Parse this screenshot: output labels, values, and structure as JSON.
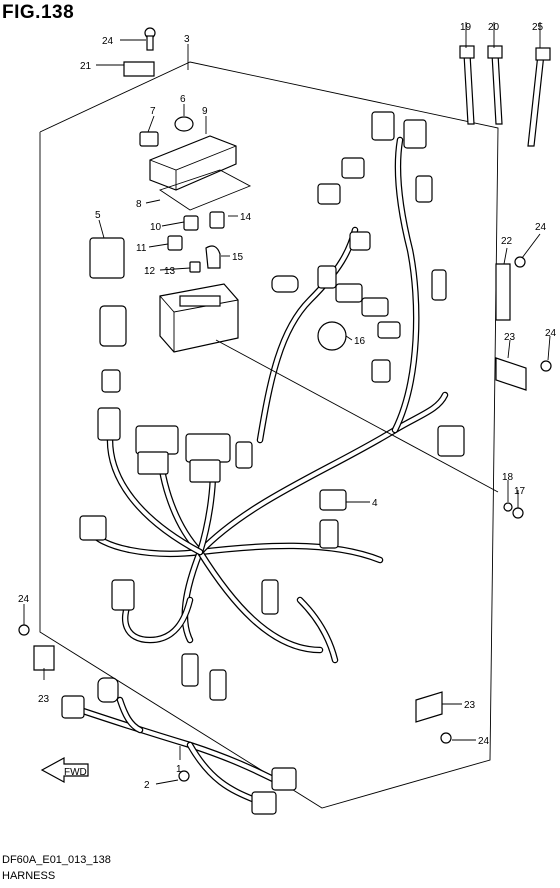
{
  "figure": {
    "title": "FIG.138",
    "code": "DF60A_E01_013_138",
    "name": "HARNESS",
    "fwd_label": "FWD"
  },
  "callouts": {
    "c1": "1",
    "c2": "2",
    "c3": "3",
    "c4": "4",
    "c5": "5",
    "c6": "6",
    "c7": "7",
    "c8": "8",
    "c9": "9",
    "c10": "10",
    "c11": "11",
    "c12": "12",
    "c13": "13",
    "c14": "14",
    "c15": "15",
    "c16": "16",
    "c17": "17",
    "c18": "18",
    "c19": "19",
    "c20": "20",
    "c21": "21",
    "c22": "22",
    "c23": "23",
    "c24": "24",
    "c25": "25"
  }
}
